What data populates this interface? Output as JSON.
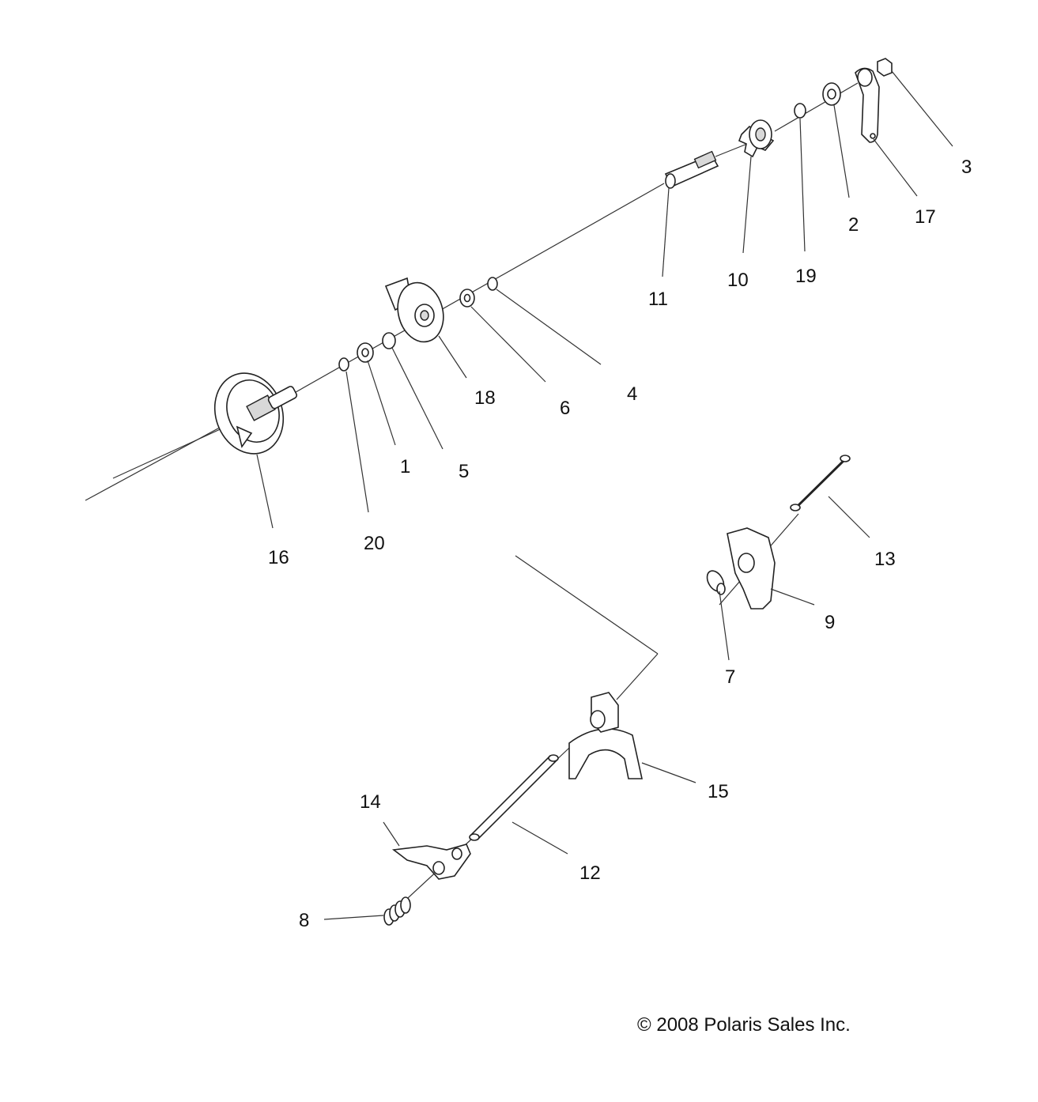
{
  "callouts": {
    "c1": "1",
    "c2": "2",
    "c3": "3",
    "c4": "4",
    "c5": "5",
    "c6": "6",
    "c7": "7",
    "c8": "8",
    "c9": "9",
    "c10": "10",
    "c11": "11",
    "c12": "12",
    "c13": "13",
    "c14": "14",
    "c15": "15",
    "c16": "16",
    "c17": "17",
    "c18": "18",
    "c19": "19",
    "c20": "20"
  },
  "copyright": "© 2008 Polaris Sales Inc."
}
